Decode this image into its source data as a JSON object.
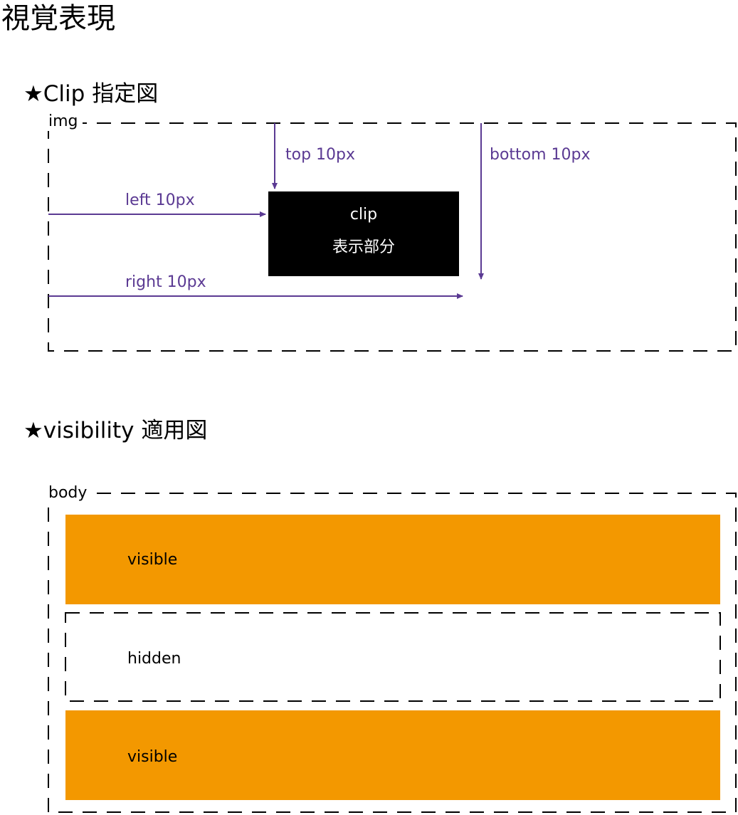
{
  "page_title": "視覚表現",
  "clip_section": {
    "title": "★Clip 指定図",
    "frame_label": "img",
    "annotations": {
      "top": "top 10px",
      "bottom": "bottom 10px",
      "left": "left 10px",
      "right": "right 10px"
    },
    "clip_box": {
      "line1": "clip",
      "line2": "表示部分"
    }
  },
  "visibility_section": {
    "title": "★visibility 適用図",
    "frame_label": "body",
    "items": [
      {
        "label": "visible",
        "state": "visible"
      },
      {
        "label": "hidden",
        "state": "hidden"
      },
      {
        "label": "visible",
        "state": "visible"
      }
    ]
  },
  "colors": {
    "arrow": "#5b3a93",
    "visible_fill": "#f39800",
    "clip_fill": "#000000",
    "dash": "#000000"
  }
}
